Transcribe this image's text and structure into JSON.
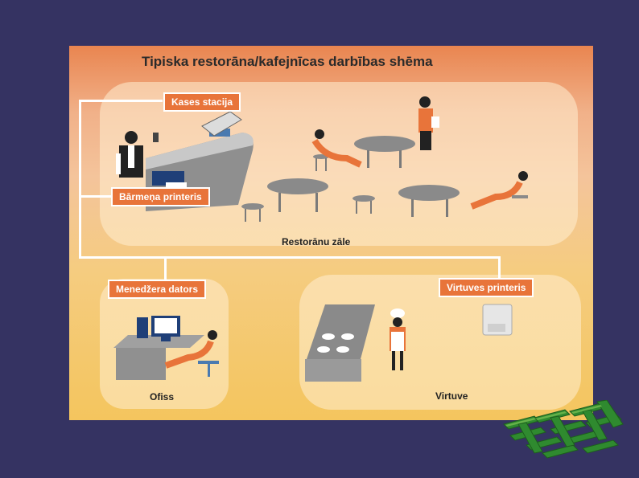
{
  "title": "Tipiska restorāna/kafejnīcas darbības shēma",
  "labels": {
    "kases_stacija": "Kases stacija",
    "barmena_printeris": "Bārmeņa printeris",
    "menedzera_dators": "Menedžera dators",
    "virtuves_printeris": "Virtuves printeris"
  },
  "zones": {
    "restorans": "Restorānu zāle",
    "ofiss": "Ofiss",
    "virtuve": "Virtuve"
  },
  "colors": {
    "background": "#353362",
    "accent": "#e8743a",
    "logo_green": "#2f8a2f"
  }
}
